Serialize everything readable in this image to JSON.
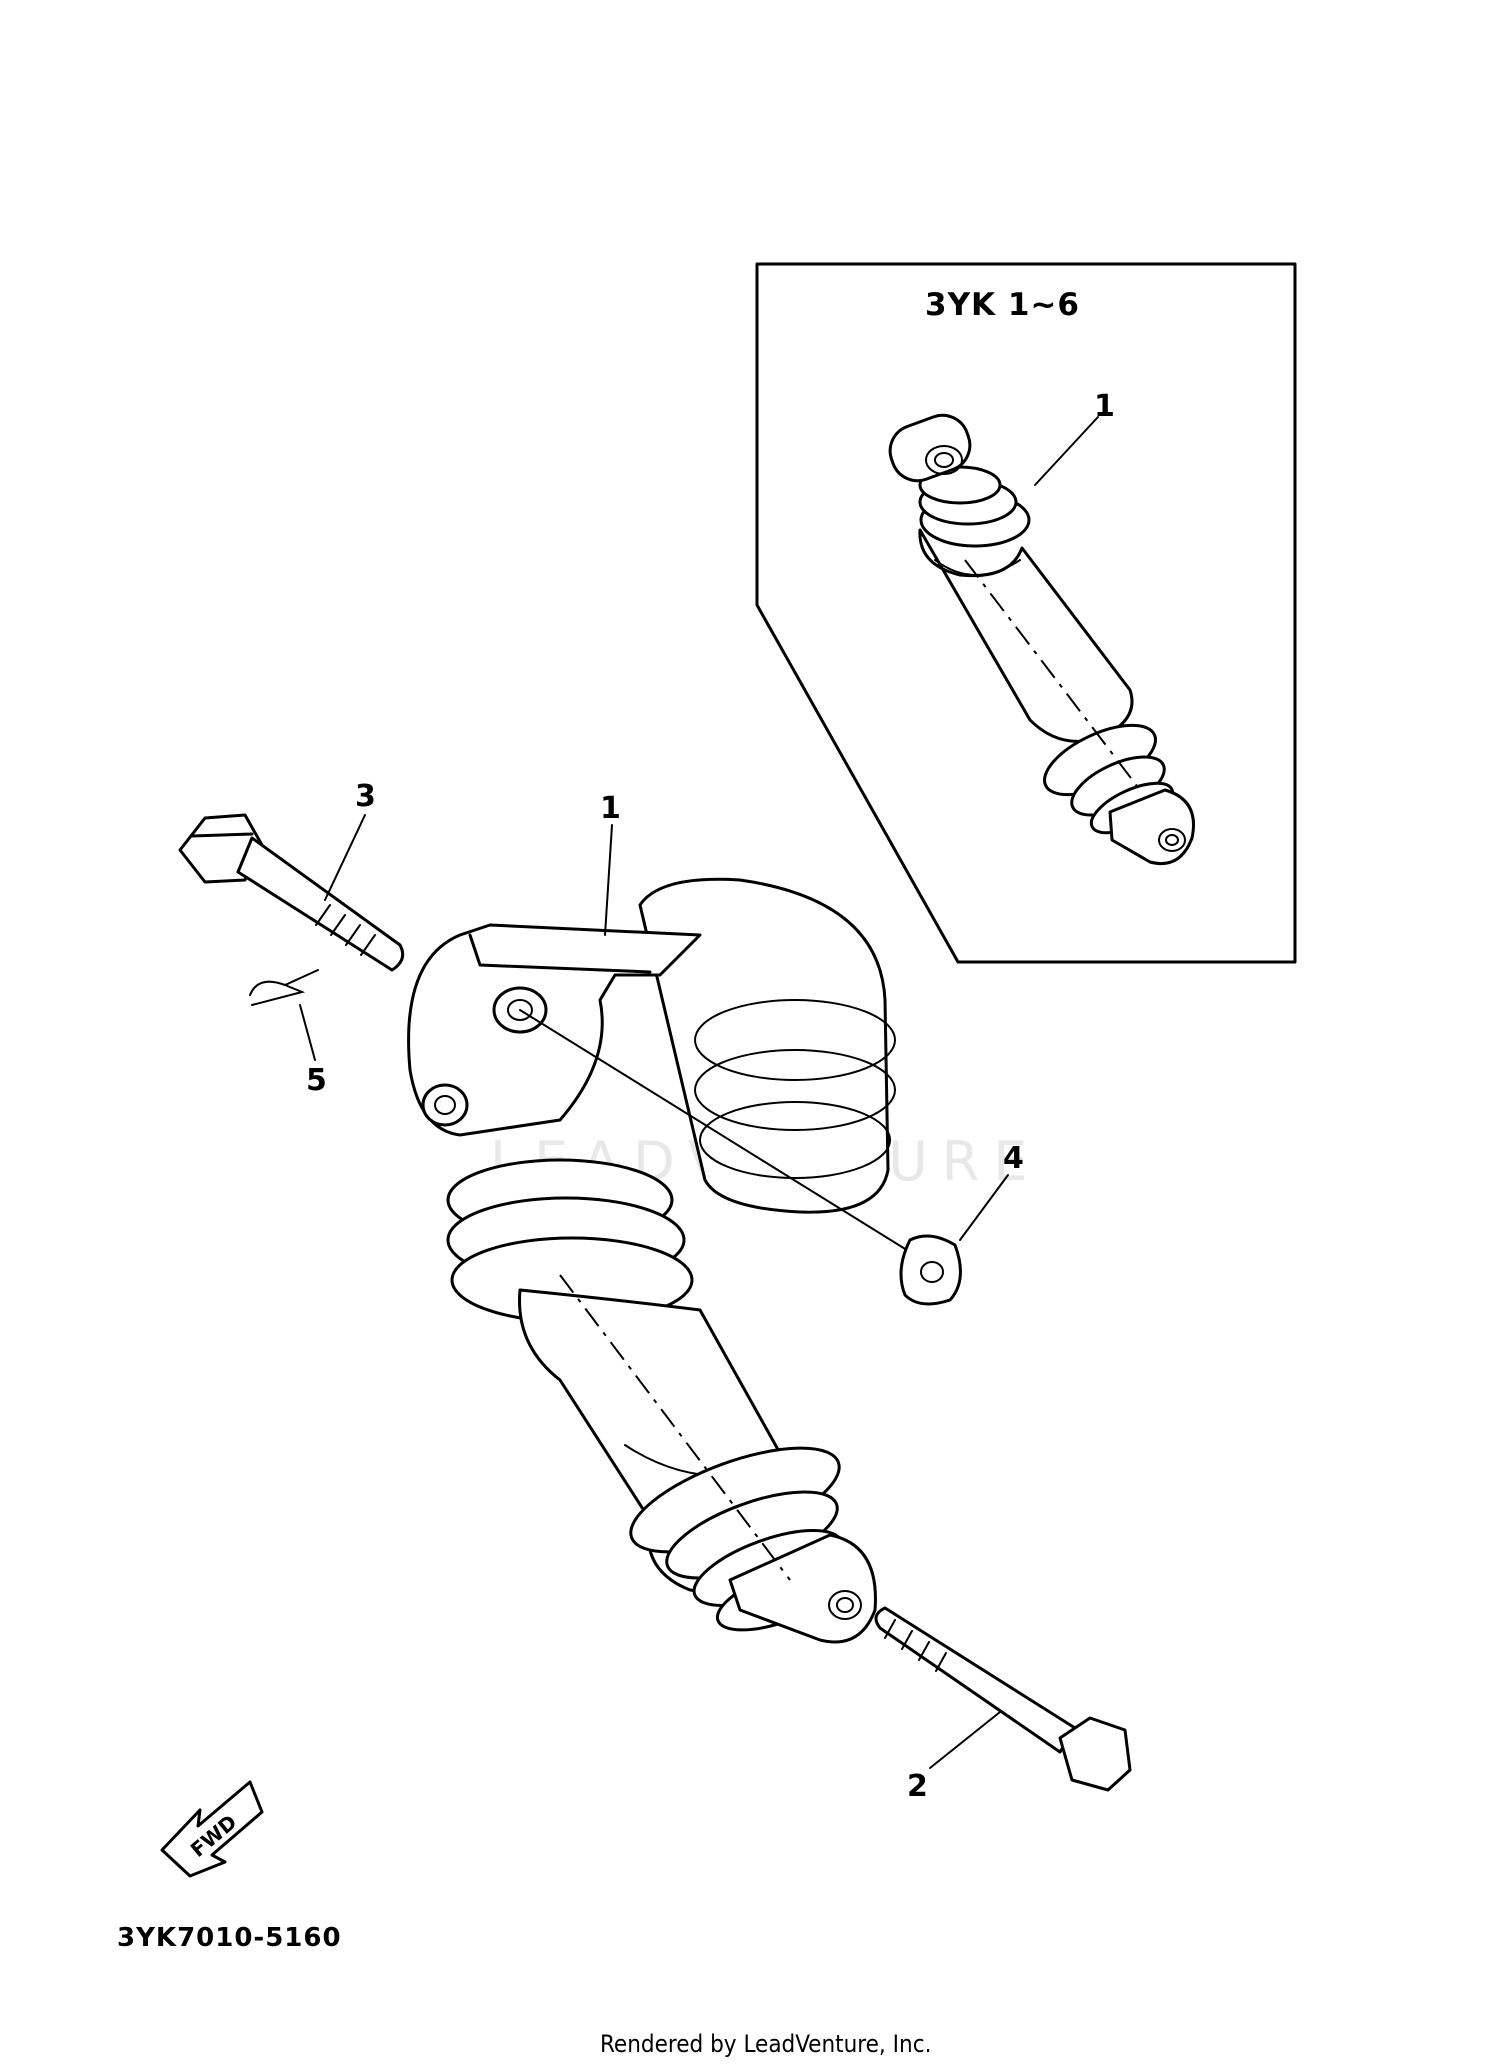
{
  "inset": {
    "title": "3YK 1~6"
  },
  "callouts": [
    {
      "id": "1",
      "label": "1"
    },
    {
      "id": "1-inset",
      "label": "1"
    },
    {
      "id": "2",
      "label": "2"
    },
    {
      "id": "3",
      "label": "3"
    },
    {
      "id": "4",
      "label": "4"
    },
    {
      "id": "5",
      "label": "5"
    }
  ],
  "direction_arrow": {
    "label": "FWD"
  },
  "diagram_code": "3YK7010-5160",
  "footer": {
    "credit": "Rendered by LeadVenture, Inc."
  },
  "watermark": {
    "text": "LEADVENTURE"
  }
}
